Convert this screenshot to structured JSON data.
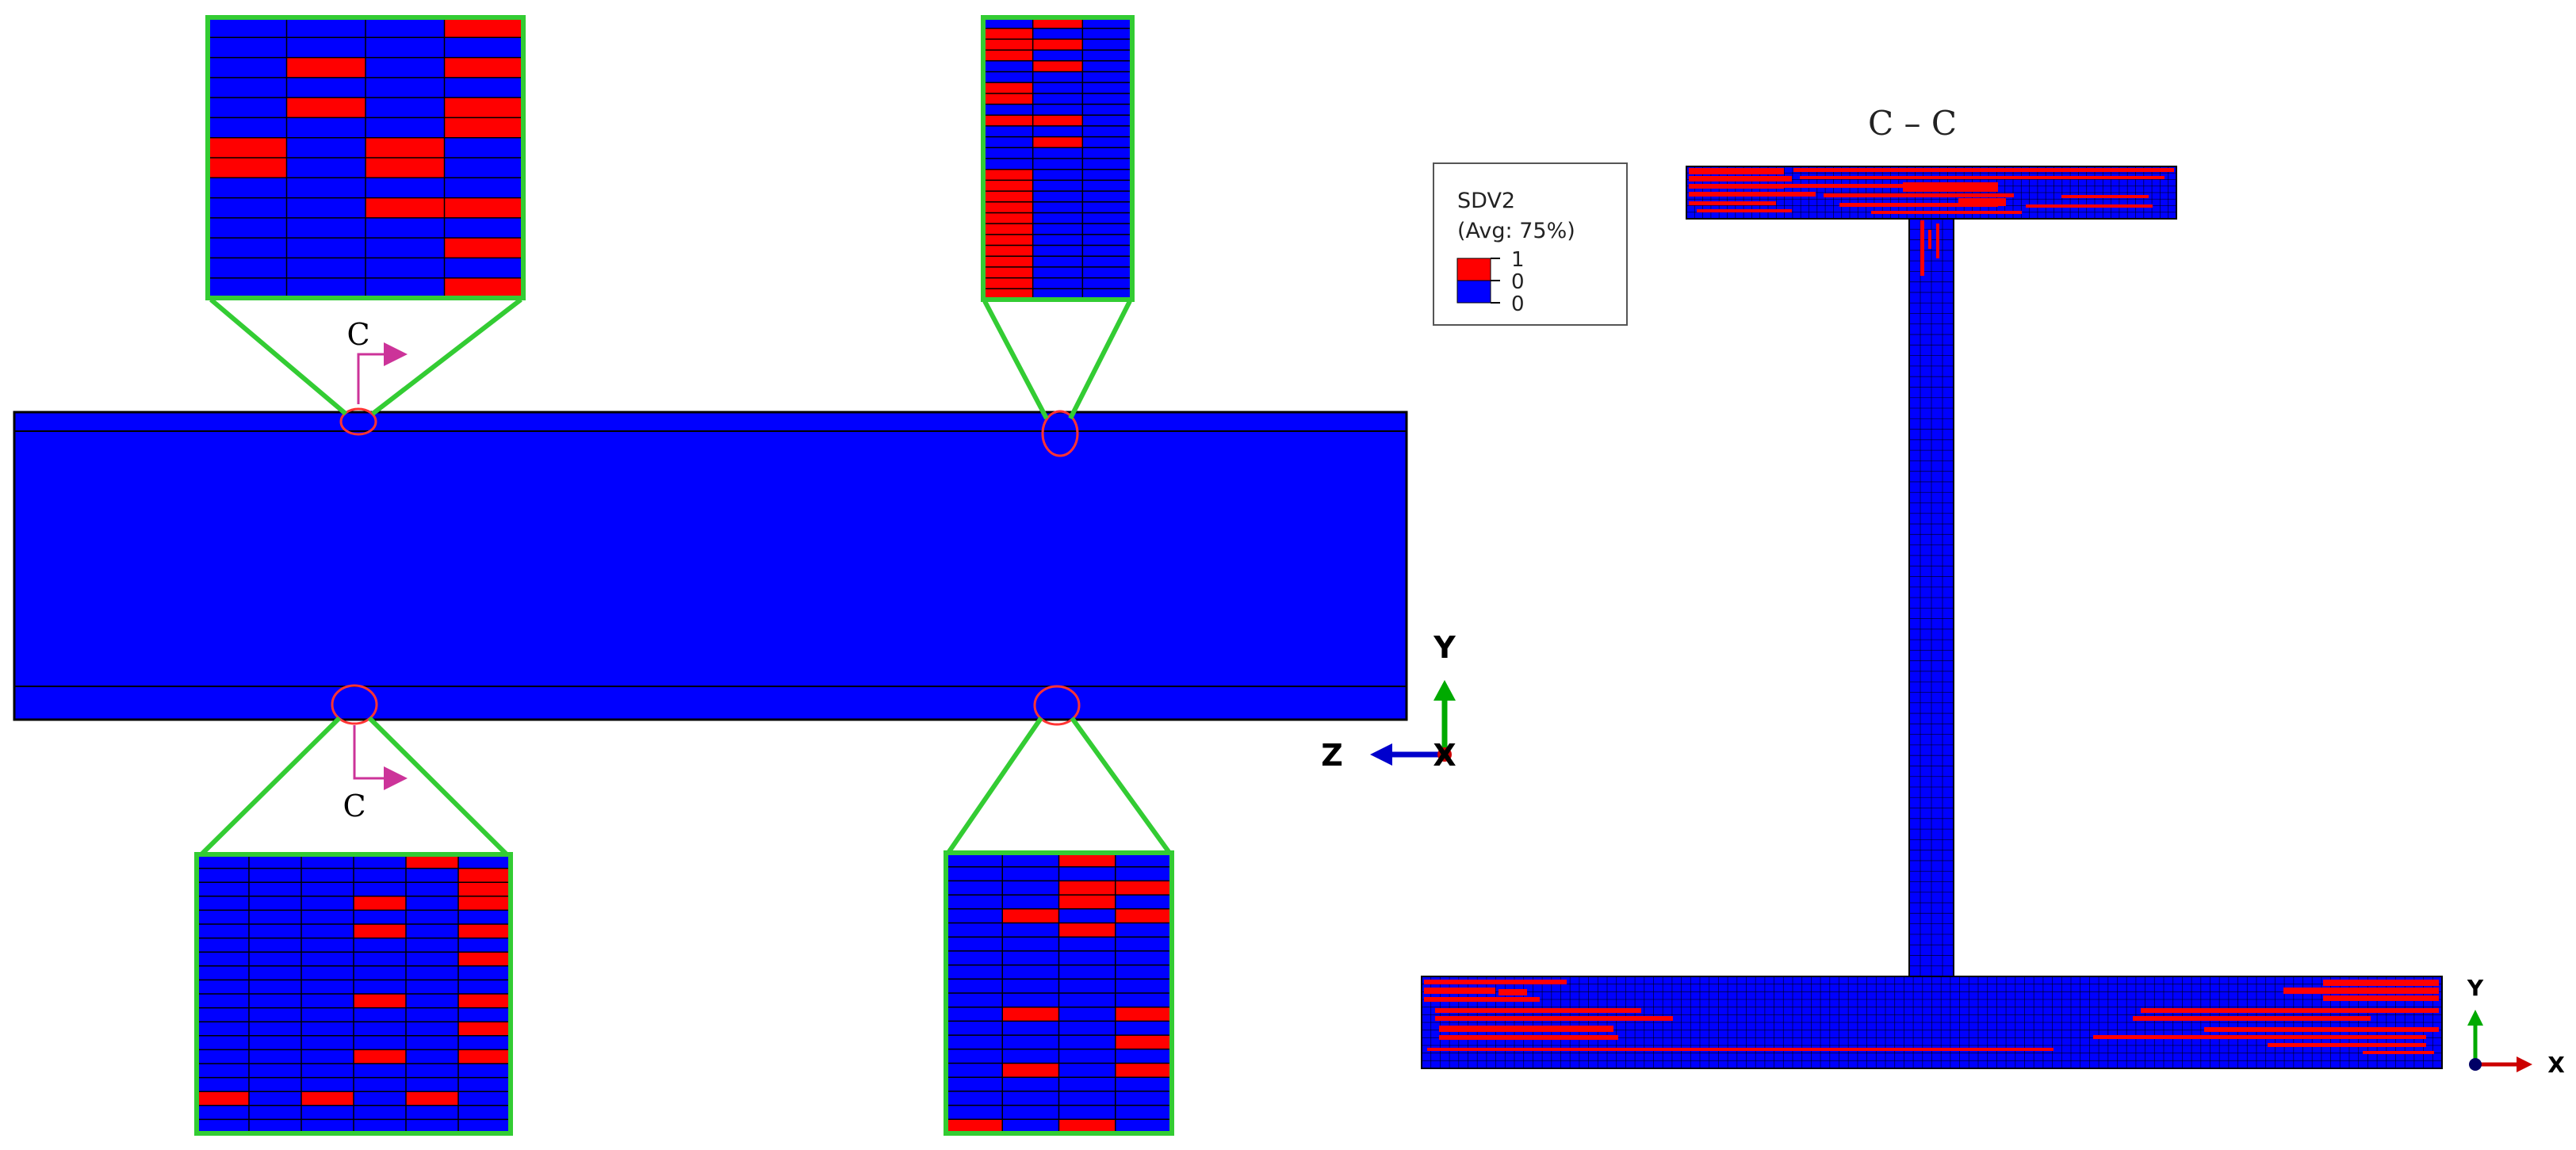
{
  "section_labels": {
    "top_cut": "C",
    "bottom_cut": "C",
    "cross_section_title": "C – C"
  },
  "legend": {
    "variable": "SDV2",
    "averaging": "(Avg: 75%)",
    "entries": [
      {
        "label": "1",
        "color": "#ff0000"
      },
      {
        "label": "0",
        "color": "#0000ff"
      },
      {
        "label": "0",
        "color": ""
      }
    ]
  },
  "colors": {
    "failed": "#ff0000",
    "intact": "#0000ff",
    "zoom_frame": "#33cc33",
    "marker_circle": "#ff3333",
    "cut_arrow": "#cc3399",
    "axis_y": "#00aa00",
    "axis_z": "#0000cc",
    "axis_x": "#cc0000"
  },
  "triad_main": {
    "vertical": "Y",
    "horizontal": "Z",
    "out_of_plane": "X"
  },
  "triad_section": {
    "vertical": "Y",
    "horizontal": "X"
  },
  "zoom_insets": {
    "top_left": {
      "cols": 4,
      "rows": 14,
      "red_cells": [
        [
          3,
          0
        ],
        [
          1,
          2
        ],
        [
          3,
          2
        ],
        [
          1,
          4
        ],
        [
          3,
          4
        ],
        [
          3,
          5
        ],
        [
          0,
          6
        ],
        [
          2,
          6
        ],
        [
          0,
          7
        ],
        [
          2,
          7
        ],
        [
          2,
          9
        ],
        [
          3,
          9
        ],
        [
          3,
          11
        ],
        [
          3,
          13
        ]
      ]
    },
    "top_right": {
      "cols": 3,
      "rows": 26,
      "red_cells": [
        [
          1,
          0
        ],
        [
          0,
          1
        ],
        [
          0,
          2
        ],
        [
          1,
          2
        ],
        [
          0,
          3
        ],
        [
          1,
          4
        ],
        [
          0,
          6
        ],
        [
          0,
          7
        ],
        [
          0,
          9
        ],
        [
          1,
          9
        ],
        [
          1,
          11
        ],
        [
          0,
          14
        ],
        [
          0,
          15
        ],
        [
          0,
          16
        ],
        [
          0,
          17
        ],
        [
          0,
          18
        ],
        [
          0,
          19
        ],
        [
          0,
          20
        ],
        [
          0,
          21
        ],
        [
          0,
          22
        ],
        [
          0,
          23
        ],
        [
          0,
          24
        ],
        [
          0,
          25
        ]
      ]
    },
    "bottom_left": {
      "cols": 6,
      "rows": 20,
      "red_cells": [
        [
          4,
          0
        ],
        [
          5,
          1
        ],
        [
          5,
          2
        ],
        [
          3,
          3
        ],
        [
          5,
          3
        ],
        [
          3,
          5
        ],
        [
          5,
          5
        ],
        [
          5,
          7
        ],
        [
          3,
          10
        ],
        [
          5,
          10
        ],
        [
          5,
          12
        ],
        [
          3,
          14
        ],
        [
          5,
          14
        ],
        [
          0,
          17
        ],
        [
          2,
          17
        ],
        [
          4,
          17
        ]
      ]
    },
    "bottom_right": {
      "cols": 4,
      "rows": 20,
      "red_cells": [
        [
          2,
          0
        ],
        [
          2,
          2
        ],
        [
          3,
          2
        ],
        [
          2,
          3
        ],
        [
          1,
          4
        ],
        [
          3,
          4
        ],
        [
          2,
          5
        ],
        [
          1,
          11
        ],
        [
          3,
          11
        ],
        [
          3,
          13
        ],
        [
          1,
          15
        ],
        [
          3,
          15
        ],
        [
          0,
          19
        ],
        [
          2,
          19
        ]
      ]
    }
  }
}
